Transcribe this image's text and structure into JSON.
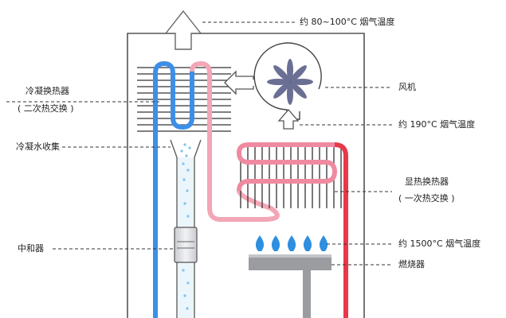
{
  "labels": {
    "exhaust_temp": "约 80~100°C 烟气温度",
    "condensing_hx_line1": "冷凝换热器",
    "condensing_hx_line2": "( 二次热交换 )",
    "condensate_collector": "冷凝水收集",
    "neutralizer": "中和器",
    "fan": "风机",
    "fan_temp": "约 190°C 烟气温度",
    "sensible_hx_line1": "显热换热器",
    "sensible_hx_line2": "( 一次热交换 )",
    "flame_temp": "约 1500°C 烟气温度",
    "burner": "燃烧器"
  },
  "colors": {
    "cold_pipe": "#3d8fe6",
    "warm_pipe": "#f2a6b6",
    "hot_pipe": "#e8384a",
    "flame": "#2e8fe0",
    "frame": "#555555",
    "leader": "#333333"
  }
}
